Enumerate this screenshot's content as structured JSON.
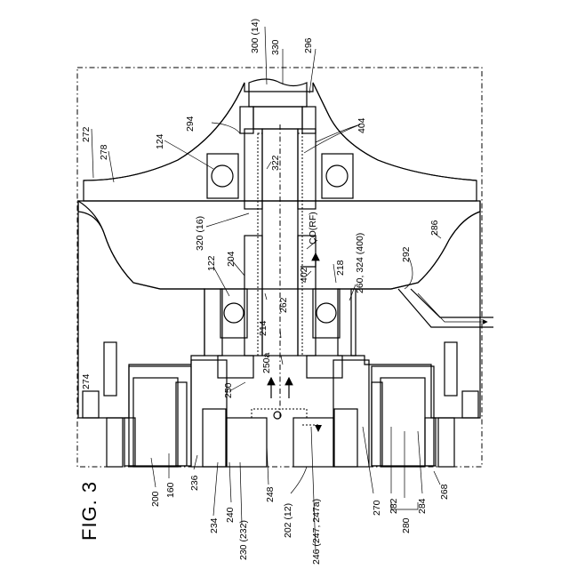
{
  "figure": {
    "title": "FIG. 3"
  },
  "labels": {
    "l300": "300 (14)",
    "l330": "330",
    "l296": "296",
    "l294": "294",
    "l404": "404",
    "l272": "272",
    "l278": "278",
    "l124": "124",
    "l322": "322",
    "l320": "320 (16)",
    "lco": "CO(RF)",
    "l324": "260, 324 (400)",
    "l286": "286",
    "l292": "292",
    "l122": "122",
    "l204": "204",
    "l402": "402",
    "l218": "218",
    "l262": "262",
    "l214": "214",
    "l250a": "250a",
    "l274": "274",
    "l250": "250",
    "l200": "200",
    "l160": "160",
    "l236": "236",
    "l234": "234",
    "l240": "240",
    "l230": "230 (232)",
    "l248": "248",
    "l202": "202 (12)",
    "l246": "246 (247, 247a)",
    "l270": "270",
    "l282": "282",
    "l280": "280",
    "l284": "284",
    "l268": "268"
  }
}
